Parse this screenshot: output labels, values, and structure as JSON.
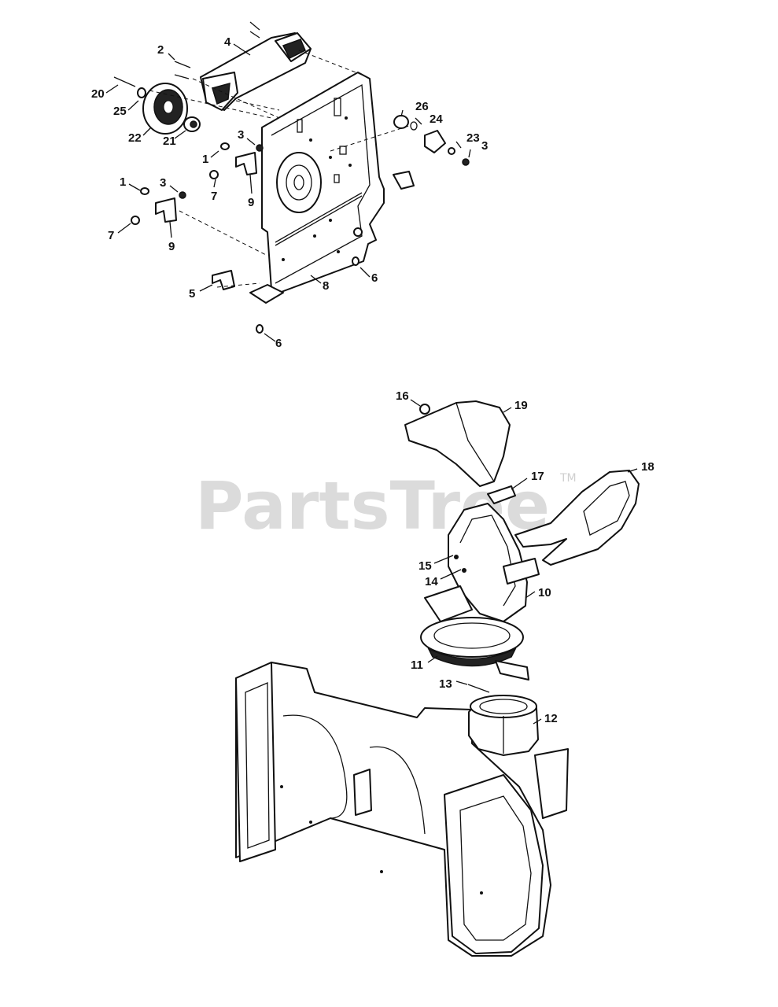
{
  "watermark": {
    "text": "PartsTree",
    "trademark": "TM"
  },
  "callouts": [
    {
      "id": "c2",
      "text": "2"
    },
    {
      "id": "c4",
      "text": "4"
    },
    {
      "id": "c20",
      "text": "20"
    },
    {
      "id": "c25",
      "text": "25"
    },
    {
      "id": "c22",
      "text": "22"
    },
    {
      "id": "c21",
      "text": "21"
    },
    {
      "id": "c3a",
      "text": "3"
    },
    {
      "id": "c1a",
      "text": "1"
    },
    {
      "id": "c7a",
      "text": "7"
    },
    {
      "id": "c9a",
      "text": "9"
    },
    {
      "id": "c1b",
      "text": "1"
    },
    {
      "id": "c3b",
      "text": "3"
    },
    {
      "id": "c7b",
      "text": "7"
    },
    {
      "id": "c9b",
      "text": "9"
    },
    {
      "id": "c26",
      "text": "26"
    },
    {
      "id": "c24",
      "text": "24"
    },
    {
      "id": "c23",
      "text": "23"
    },
    {
      "id": "c3c",
      "text": "3"
    },
    {
      "id": "c6a",
      "text": "6"
    },
    {
      "id": "c8",
      "text": "8"
    },
    {
      "id": "c5",
      "text": "5"
    },
    {
      "id": "c6b",
      "text": "6"
    },
    {
      "id": "c16",
      "text": "16"
    },
    {
      "id": "c19",
      "text": "19"
    },
    {
      "id": "c17",
      "text": "17"
    },
    {
      "id": "c18",
      "text": "18"
    },
    {
      "id": "c15",
      "text": "15"
    },
    {
      "id": "c14",
      "text": "14"
    },
    {
      "id": "c10",
      "text": "10"
    },
    {
      "id": "c11",
      "text": "11"
    },
    {
      "id": "c13",
      "text": "13"
    },
    {
      "id": "c12",
      "text": "12"
    }
  ]
}
